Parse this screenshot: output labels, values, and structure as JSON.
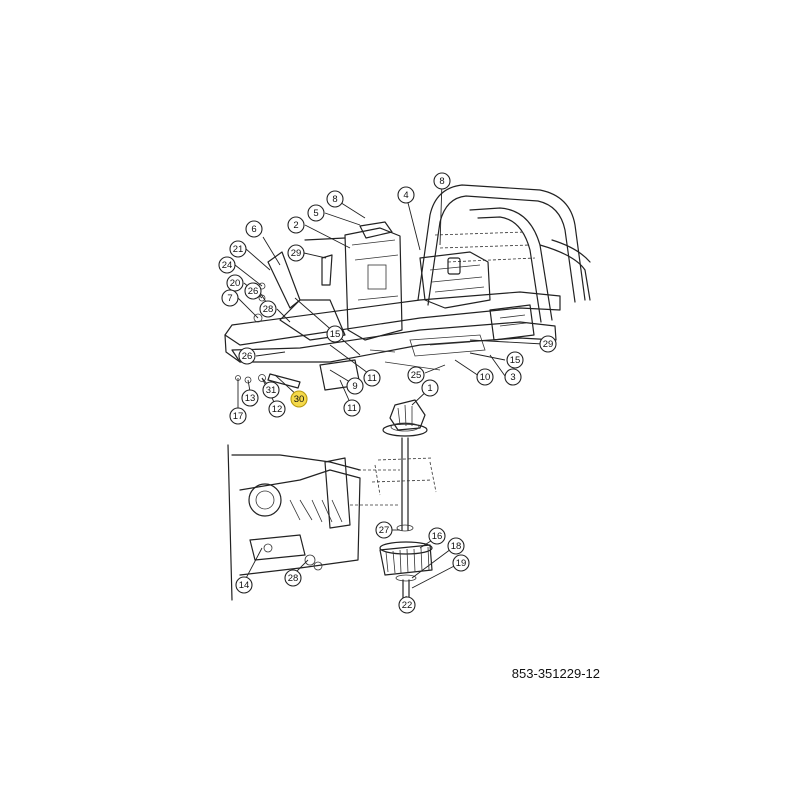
{
  "diagram": {
    "part_number": "853-351229-12",
    "highlight_color": "#f5d94a",
    "callouts": [
      {
        "label": "8",
        "highlight": false
      },
      {
        "label": "4",
        "highlight": false
      },
      {
        "label": "8",
        "highlight": false
      },
      {
        "label": "5",
        "highlight": false
      },
      {
        "label": "2",
        "highlight": false
      },
      {
        "label": "6",
        "highlight": false
      },
      {
        "label": "21",
        "highlight": false
      },
      {
        "label": "29",
        "highlight": false
      },
      {
        "label": "24",
        "highlight": false
      },
      {
        "label": "20",
        "highlight": false
      },
      {
        "label": "26",
        "highlight": false
      },
      {
        "label": "7",
        "highlight": false
      },
      {
        "label": "28",
        "highlight": false
      },
      {
        "label": "15",
        "highlight": false
      },
      {
        "label": "29",
        "highlight": false
      },
      {
        "label": "26",
        "highlight": false
      },
      {
        "label": "15",
        "highlight": false
      },
      {
        "label": "25",
        "highlight": false
      },
      {
        "label": "10",
        "highlight": false
      },
      {
        "label": "3",
        "highlight": false
      },
      {
        "label": "11",
        "highlight": false
      },
      {
        "label": "9",
        "highlight": false
      },
      {
        "label": "31",
        "highlight": false
      },
      {
        "label": "13",
        "highlight": false
      },
      {
        "label": "12",
        "highlight": false
      },
      {
        "label": "30",
        "highlight": true
      },
      {
        "label": "11",
        "highlight": false
      },
      {
        "label": "17",
        "highlight": false
      },
      {
        "label": "1",
        "highlight": false
      },
      {
        "label": "27",
        "highlight": false
      },
      {
        "label": "16",
        "highlight": false
      },
      {
        "label": "18",
        "highlight": false
      },
      {
        "label": "19",
        "highlight": false
      },
      {
        "label": "22",
        "highlight": false
      },
      {
        "label": "14",
        "highlight": false
      },
      {
        "label": "28",
        "highlight": false
      }
    ]
  }
}
